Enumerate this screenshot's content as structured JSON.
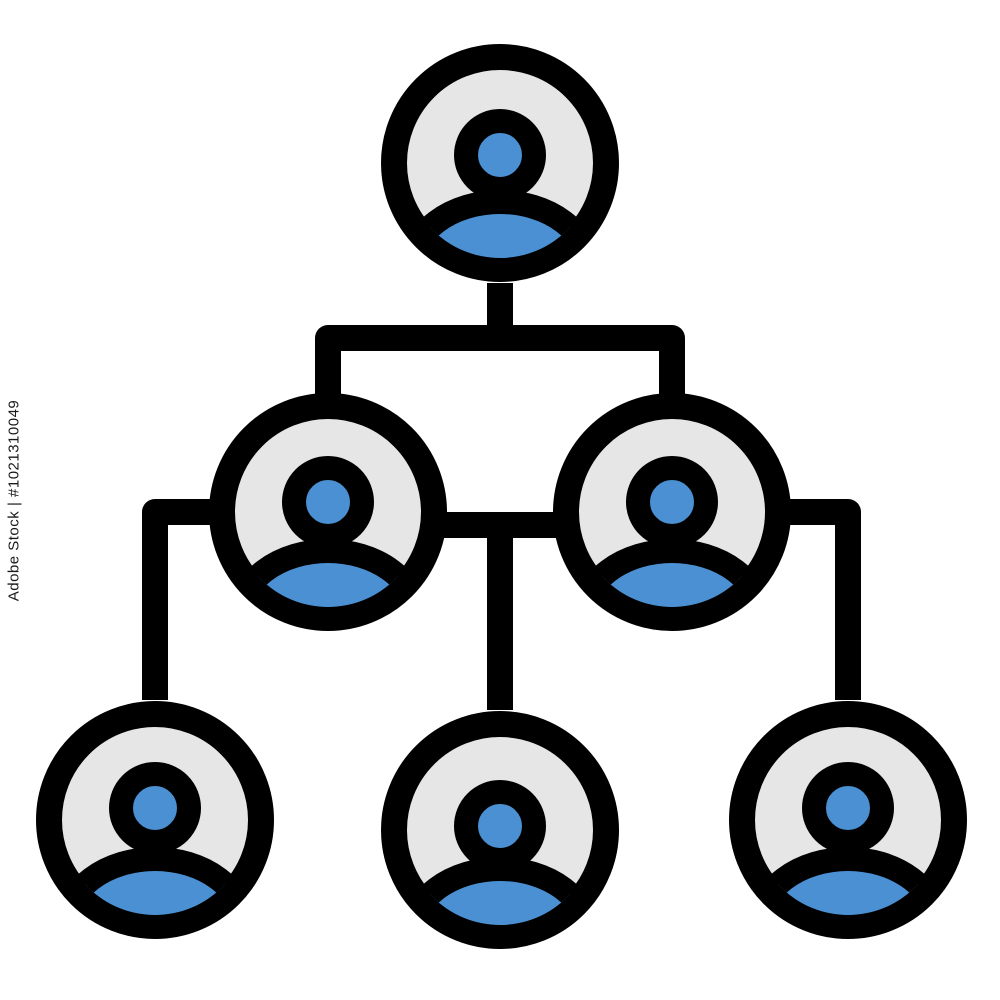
{
  "icon": "org-chart-icon",
  "colors": {
    "stroke": "#000000",
    "circle_fill": "#e6e6e6",
    "person_fill": "#4a90d2",
    "background": "#ffffff"
  },
  "hierarchy": {
    "top": {
      "id": "node-top",
      "children": [
        "node-mid-left",
        "node-mid-right"
      ]
    },
    "middle": [
      {
        "id": "node-mid-left",
        "children": [
          "node-bottom-left",
          "node-bottom-center"
        ]
      },
      {
        "id": "node-mid-right",
        "children": [
          "node-bottom-center",
          "node-bottom-right"
        ]
      }
    ],
    "bottom": [
      {
        "id": "node-bottom-left"
      },
      {
        "id": "node-bottom-center"
      },
      {
        "id": "node-bottom-right"
      }
    ]
  },
  "watermark": {
    "stock_id": "Adobe Stock | #1021310049"
  }
}
